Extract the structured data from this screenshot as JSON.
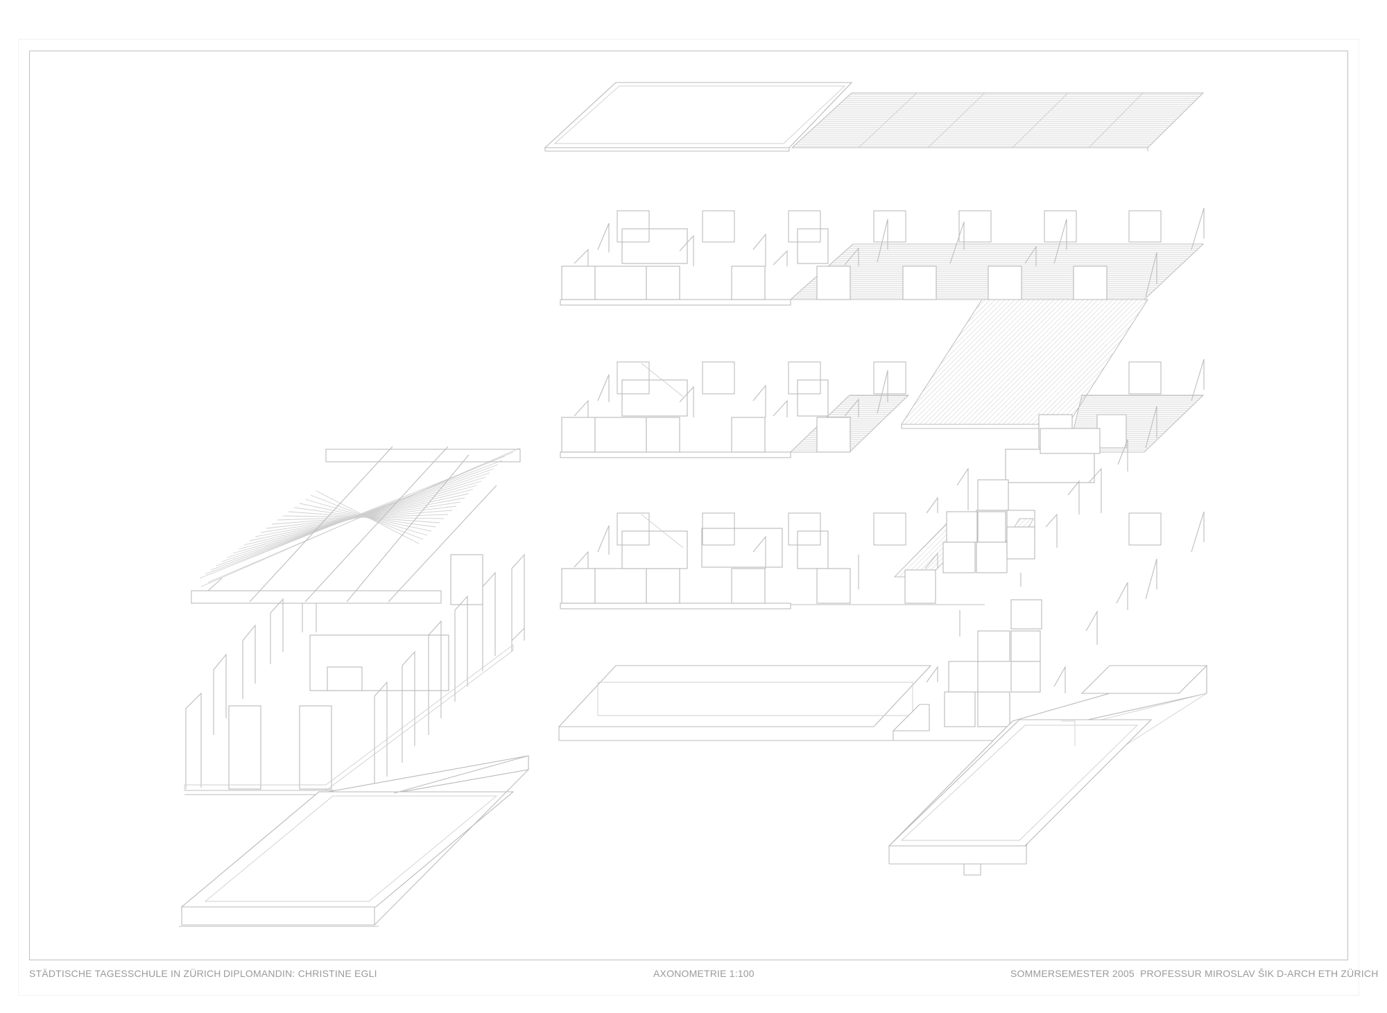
{
  "sheet": {
    "title_block": {
      "school": "STÄDTISCHE TAGESSCHULE IN ZÜRICH",
      "student": "DIPLOMANDIN: CHRISTINE EGLI",
      "scale": "AXONOMETRIE 1:100",
      "semester": "SOMMERSEMESTER  2005",
      "professor": "PROFESSUR MIROSLAV ŠIK",
      "department": "D-ARCH ETH ZÜRICH"
    }
  },
  "colors": {
    "line": "#bcbcbc",
    "hatch": "#c4c4c4",
    "text": "#9a9a9a",
    "paper": "#ffffff"
  }
}
